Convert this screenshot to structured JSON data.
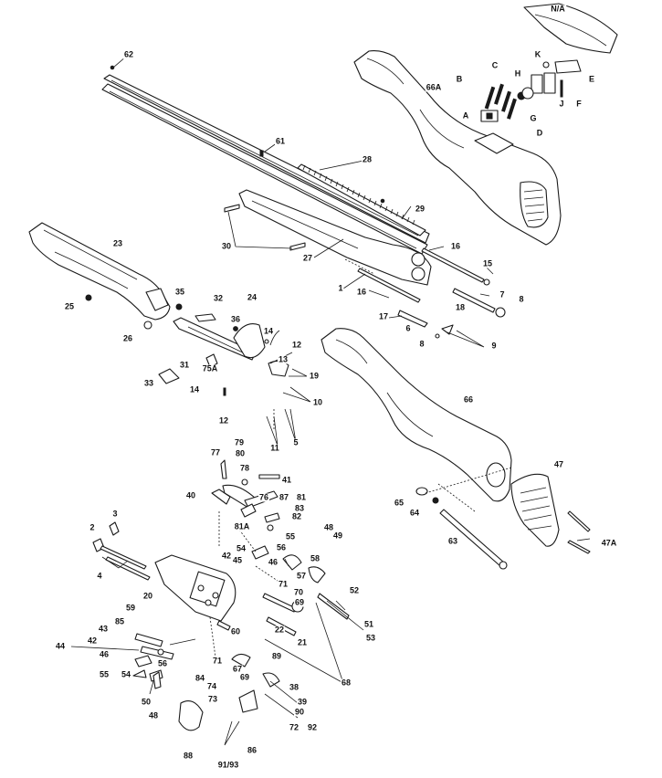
{
  "callouts": [
    {
      "id": "na",
      "text": "N/A"
    },
    {
      "id": "k",
      "text": "K"
    },
    {
      "id": "c",
      "text": "C"
    },
    {
      "id": "b",
      "text": "B"
    },
    {
      "id": "h",
      "text": "H"
    },
    {
      "id": "66a",
      "text": "66A"
    },
    {
      "id": "e",
      "text": "E"
    },
    {
      "id": "f",
      "text": "F"
    },
    {
      "id": "j",
      "text": "J"
    },
    {
      "id": "g",
      "text": "G"
    },
    {
      "id": "a",
      "text": "A"
    },
    {
      "id": "d",
      "text": "D"
    },
    {
      "id": "62",
      "text": "62"
    },
    {
      "id": "61",
      "text": "61"
    },
    {
      "id": "28",
      "text": "28"
    },
    {
      "id": "29",
      "text": "29"
    },
    {
      "id": "30",
      "text": "30"
    },
    {
      "id": "27",
      "text": "27"
    },
    {
      "id": "23",
      "text": "23"
    },
    {
      "id": "16a",
      "text": "16"
    },
    {
      "id": "15",
      "text": "15"
    },
    {
      "id": "1",
      "text": "1"
    },
    {
      "id": "16b",
      "text": "16"
    },
    {
      "id": "7",
      "text": "7"
    },
    {
      "id": "8a",
      "text": "8"
    },
    {
      "id": "18",
      "text": "18"
    },
    {
      "id": "17",
      "text": "17"
    },
    {
      "id": "6",
      "text": "6"
    },
    {
      "id": "9",
      "text": "9"
    },
    {
      "id": "8b",
      "text": "8"
    },
    {
      "id": "25",
      "text": "25"
    },
    {
      "id": "26",
      "text": "26"
    },
    {
      "id": "35",
      "text": "35"
    },
    {
      "id": "32",
      "text": "32"
    },
    {
      "id": "24",
      "text": "24"
    },
    {
      "id": "36",
      "text": "36"
    },
    {
      "id": "14a",
      "text": "14"
    },
    {
      "id": "12a",
      "text": "12"
    },
    {
      "id": "31",
      "text": "31"
    },
    {
      "id": "75a",
      "text": "75A"
    },
    {
      "id": "13",
      "text": "13"
    },
    {
      "id": "19",
      "text": "19"
    },
    {
      "id": "33",
      "text": "33"
    },
    {
      "id": "14b",
      "text": "14"
    },
    {
      "id": "10",
      "text": "10"
    },
    {
      "id": "12b",
      "text": "12"
    },
    {
      "id": "11",
      "text": "11"
    },
    {
      "id": "5",
      "text": "5"
    },
    {
      "id": "66",
      "text": "66"
    },
    {
      "id": "47",
      "text": "47"
    },
    {
      "id": "65",
      "text": "65"
    },
    {
      "id": "64",
      "text": "64"
    },
    {
      "id": "63",
      "text": "63"
    },
    {
      "id": "47a",
      "text": "47A"
    },
    {
      "id": "79",
      "text": "79"
    },
    {
      "id": "77",
      "text": "77"
    },
    {
      "id": "80",
      "text": "80"
    },
    {
      "id": "78",
      "text": "78"
    },
    {
      "id": "41",
      "text": "41"
    },
    {
      "id": "40",
      "text": "40"
    },
    {
      "id": "76",
      "text": "76"
    },
    {
      "id": "87",
      "text": "87"
    },
    {
      "id": "81",
      "text": "81"
    },
    {
      "id": "83",
      "text": "83"
    },
    {
      "id": "82",
      "text": "82"
    },
    {
      "id": "81a",
      "text": "81A"
    },
    {
      "id": "2",
      "text": "2"
    },
    {
      "id": "3",
      "text": "3"
    },
    {
      "id": "4",
      "text": "4"
    },
    {
      "id": "48a",
      "text": "48"
    },
    {
      "id": "49",
      "text": "49"
    },
    {
      "id": "55a",
      "text": "55"
    },
    {
      "id": "54a",
      "text": "54"
    },
    {
      "id": "56a",
      "text": "56"
    },
    {
      "id": "42a",
      "text": "42"
    },
    {
      "id": "45",
      "text": "45"
    },
    {
      "id": "46a",
      "text": "46"
    },
    {
      "id": "58",
      "text": "58"
    },
    {
      "id": "57",
      "text": "57"
    },
    {
      "id": "52",
      "text": "52"
    },
    {
      "id": "71a",
      "text": "71"
    },
    {
      "id": "70",
      "text": "70"
    },
    {
      "id": "69a",
      "text": "69"
    },
    {
      "id": "20",
      "text": "20"
    },
    {
      "id": "59",
      "text": "59"
    },
    {
      "id": "85",
      "text": "85"
    },
    {
      "id": "43",
      "text": "43"
    },
    {
      "id": "42b",
      "text": "42"
    },
    {
      "id": "44",
      "text": "44"
    },
    {
      "id": "46b",
      "text": "46"
    },
    {
      "id": "56b",
      "text": "56"
    },
    {
      "id": "55b",
      "text": "55"
    },
    {
      "id": "54b",
      "text": "54"
    },
    {
      "id": "60",
      "text": "60"
    },
    {
      "id": "22",
      "text": "22"
    },
    {
      "id": "51",
      "text": "51"
    },
    {
      "id": "53",
      "text": "53"
    },
    {
      "id": "21",
      "text": "21"
    },
    {
      "id": "89",
      "text": "89"
    },
    {
      "id": "71b",
      "text": "71"
    },
    {
      "id": "84",
      "text": "84"
    },
    {
      "id": "67",
      "text": "67"
    },
    {
      "id": "69b",
      "text": "69"
    },
    {
      "id": "68",
      "text": "68"
    },
    {
      "id": "50",
      "text": "50"
    },
    {
      "id": "74",
      "text": "74"
    },
    {
      "id": "38",
      "text": "38"
    },
    {
      "id": "73",
      "text": "73"
    },
    {
      "id": "39",
      "text": "39"
    },
    {
      "id": "90",
      "text": "90"
    },
    {
      "id": "48b",
      "text": "48"
    },
    {
      "id": "72",
      "text": "72"
    },
    {
      "id": "92",
      "text": "92"
    },
    {
      "id": "88",
      "text": "88"
    },
    {
      "id": "86",
      "text": "86"
    },
    {
      "id": "9193",
      "text": "91/93"
    }
  ]
}
